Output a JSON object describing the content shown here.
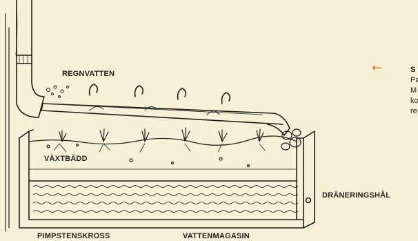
{
  "labels": {
    "rainwater": "REGNVATTEN",
    "growing_bed": "VÄXTBÄDD",
    "drainage_hole": "DRÄNERINGSHÅL",
    "pumice": "PIMPSTENSKROSS",
    "water_reservoir": "VATTENMAGASIN"
  },
  "side_note": {
    "arrow_icon": "left-arrow-icon",
    "arrow_glyph": "←",
    "arrow_color": "#e8763a",
    "lines": [
      "S",
      "Pa",
      "M",
      "ko",
      "re"
    ]
  },
  "colors": {
    "background": "#f5f0d6",
    "ink": "#1e1e1e"
  }
}
